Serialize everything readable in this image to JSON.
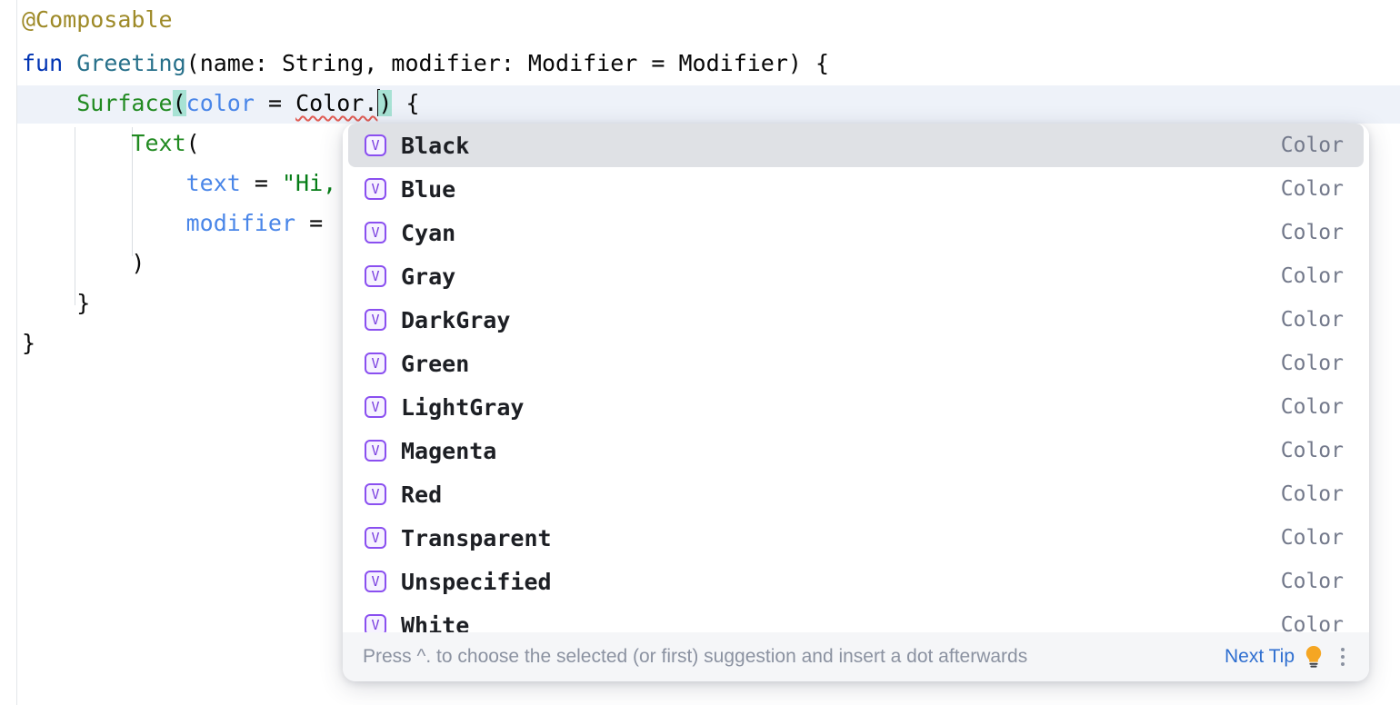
{
  "editor": {
    "lines": [
      {
        "id": "line-annotation",
        "text": "@Composable"
      },
      {
        "id": "line-fun-greeting",
        "text": "fun Greeting(name: String, modifier: Modifier = Modifier) {"
      },
      {
        "id": "line-surface",
        "text": "    Surface(color = Color.) {"
      },
      {
        "id": "line-text-open",
        "text": "        Text("
      },
      {
        "id": "line-text-arg",
        "text": "            text = \"Hi,"
      },
      {
        "id": "line-modifier-arg",
        "text": "            modifier = "
      },
      {
        "id": "line-text-close",
        "text": "        )"
      },
      {
        "id": "line-close-surface",
        "text": "    }"
      },
      {
        "id": "line-close-fun",
        "text": "}"
      }
    ],
    "tokens": {
      "annotation": "@Composable",
      "kw_fun": "fun",
      "fn_greeting": "Greeting",
      "sig_rest": "(name: String, modifier: Modifier = Modifier) {",
      "fn_surface": "Surface",
      "paren_open": "(",
      "param_color": "color",
      "equals": " = ",
      "color_ref": "Color.",
      "paren_close": ")",
      "brace_open": " {",
      "fn_text": "Text",
      "text_paren": "(",
      "param_text": "text",
      "text_value": "\"Hi,",
      "param_modifier": "modifier",
      "modifier_equals": " = ",
      "close_paren": ")",
      "close_brace_inner": "}",
      "close_brace_outer": "}"
    }
  },
  "completion": {
    "selected_index": 0,
    "items": [
      {
        "label": "Black",
        "type": "Color",
        "icon": "property-value-icon",
        "icon_glyph": "V"
      },
      {
        "label": "Blue",
        "type": "Color",
        "icon": "property-value-icon",
        "icon_glyph": "V"
      },
      {
        "label": "Cyan",
        "type": "Color",
        "icon": "property-value-icon",
        "icon_glyph": "V"
      },
      {
        "label": "Gray",
        "type": "Color",
        "icon": "property-value-icon",
        "icon_glyph": "V"
      },
      {
        "label": "DarkGray",
        "type": "Color",
        "icon": "property-value-icon",
        "icon_glyph": "V"
      },
      {
        "label": "Green",
        "type": "Color",
        "icon": "property-value-icon",
        "icon_glyph": "V"
      },
      {
        "label": "LightGray",
        "type": "Color",
        "icon": "property-value-icon",
        "icon_glyph": "V"
      },
      {
        "label": "Magenta",
        "type": "Color",
        "icon": "property-value-icon",
        "icon_glyph": "V"
      },
      {
        "label": "Red",
        "type": "Color",
        "icon": "property-value-icon",
        "icon_glyph": "V"
      },
      {
        "label": "Transparent",
        "type": "Color",
        "icon": "property-value-icon",
        "icon_glyph": "V"
      },
      {
        "label": "Unspecified",
        "type": "Color",
        "icon": "property-value-icon",
        "icon_glyph": "V"
      },
      {
        "label": "White",
        "type": "Color",
        "icon": "property-value-icon",
        "icon_glyph": "V"
      }
    ],
    "footer": {
      "tip": "Press ^. to choose the selected (or first) suggestion and insert a dot afterwards",
      "next_tip_label": "Next Tip",
      "bulb_icon": "lightbulb-icon",
      "menu_icon": "more-options-icon"
    }
  },
  "colors": {
    "annotation": "#9e8a28",
    "keyword": "#0033b3",
    "function": "#218a21",
    "parameter": "#4a86e8",
    "string": "#067d17",
    "brace_match_bg": "#a7e2d4",
    "current_line_bg": "#eef2f9",
    "selected_row_bg": "#dfe1e5",
    "icon_border": "#8a4ff0",
    "type_text": "#72788a",
    "link": "#2f6fd0",
    "bulb": "#f5a623",
    "error_squiggle": "#e05b53"
  }
}
